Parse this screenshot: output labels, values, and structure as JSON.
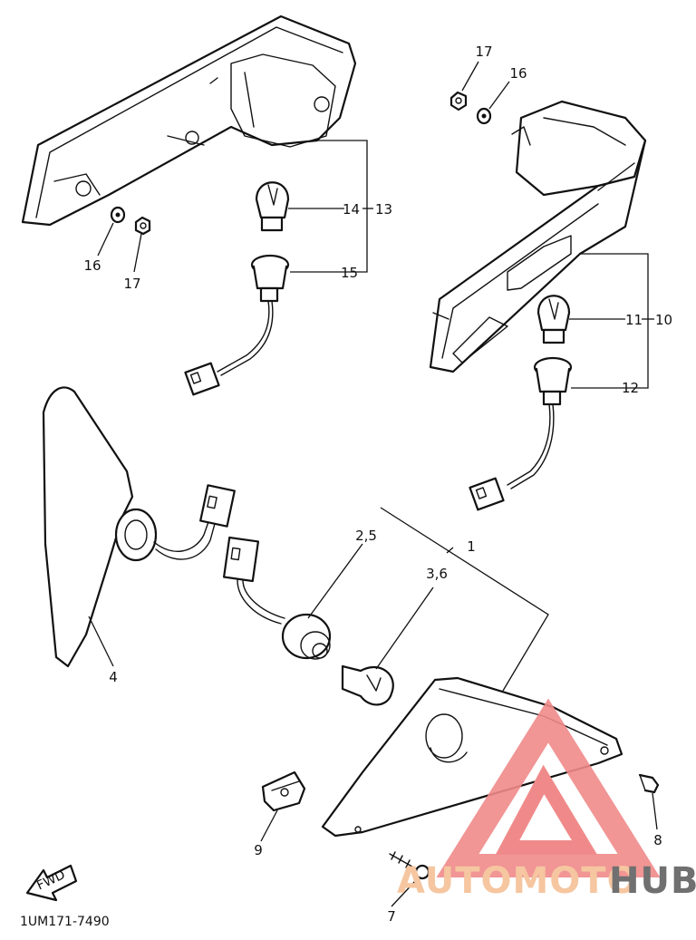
{
  "labels": {
    "l1": "1",
    "l25": "2,5",
    "l36": "3,6",
    "l4": "4",
    "l7": "7",
    "l8": "8",
    "l9": "9",
    "l10": "10",
    "l11": "11",
    "l12": "12",
    "l13": "13",
    "l14": "14",
    "l15": "15",
    "l16a": "16",
    "l16b": "16",
    "l17a": "17",
    "l17b": "17"
  },
  "fwd": "FWD",
  "drawing_code": "1UM171-7490",
  "watermark": {
    "part1": "AUTOMOTO",
    "part2": "HUB",
    "colors": {
      "triangle": "#f08a8a",
      "part1": "#f5c6a0",
      "part2": "#707070"
    }
  }
}
